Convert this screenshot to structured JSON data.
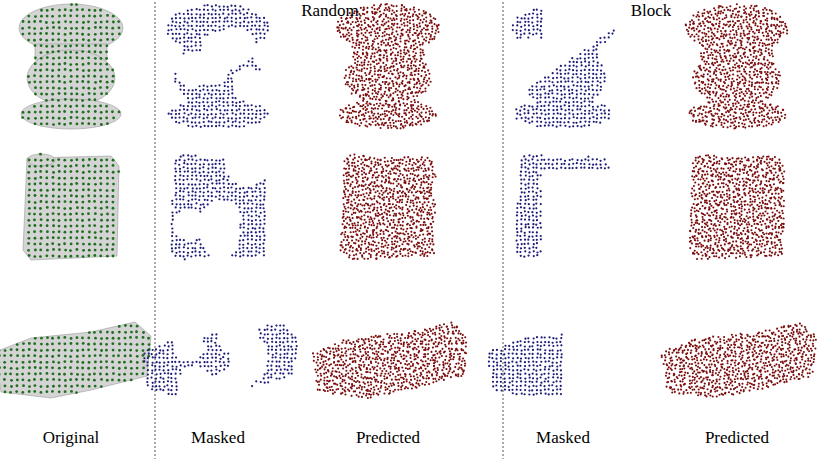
{
  "diagram": {
    "labels": [
      "Random",
      "Block",
      "Original",
      "Masked",
      "Predicted",
      "Masked",
      "Predicted"
    ]
  }
}
